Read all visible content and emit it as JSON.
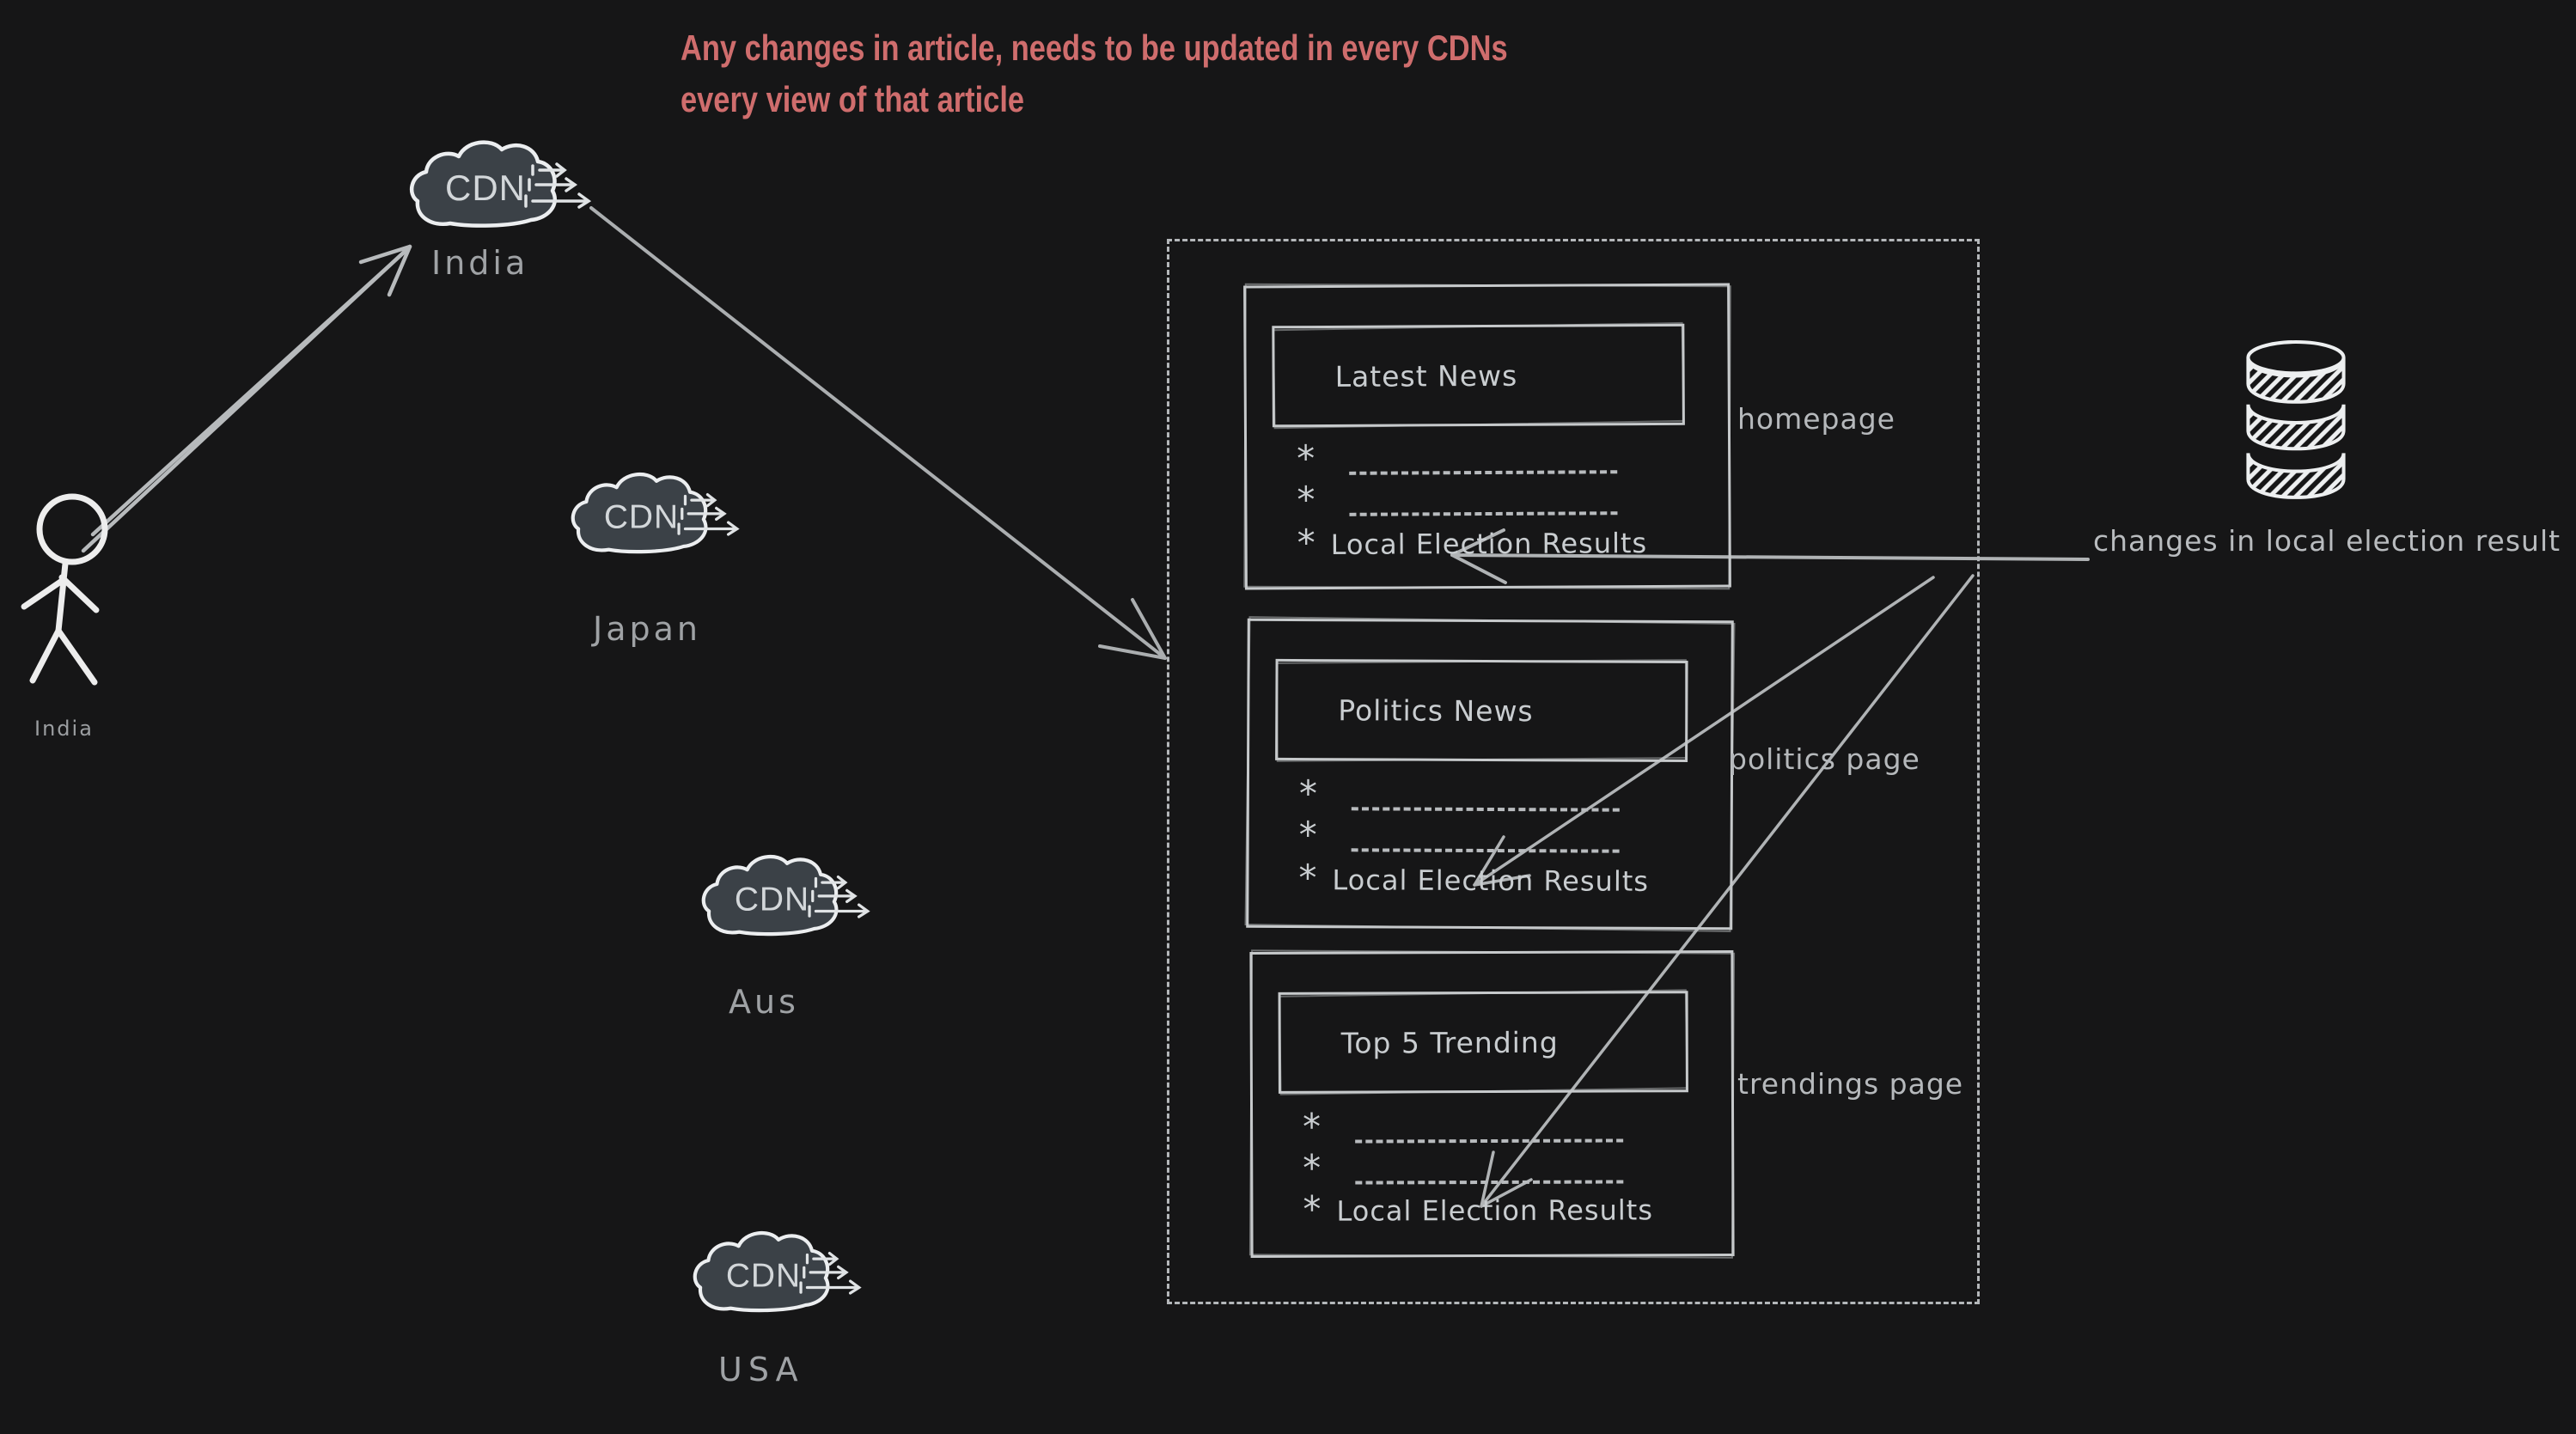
{
  "title": {
    "line1": "Any changes in article, needs to be updated in every CDNs",
    "line2": "every view of that article"
  },
  "user": {
    "icon": "person-stick-figure-icon",
    "label": "India"
  },
  "cdn_nodes": [
    {
      "label": "CDN",
      "country": "India"
    },
    {
      "label": "CDN",
      "country": "Japan"
    },
    {
      "label": "CDN",
      "country": "Aus"
    },
    {
      "label": "CDN",
      "country": "USA"
    }
  ],
  "viewport": {
    "cards": [
      {
        "title": "Latest News",
        "page_label": "homepage",
        "items": [
          {
            "marker": "*",
            "text": ""
          },
          {
            "marker": "*",
            "text": ""
          },
          {
            "marker": "*",
            "text": "Local Election Results"
          }
        ]
      },
      {
        "title": "Politics News",
        "page_label": "politics page",
        "items": [
          {
            "marker": "*",
            "text": ""
          },
          {
            "marker": "*",
            "text": ""
          },
          {
            "marker": "*",
            "text": "Local Election Results"
          }
        ]
      },
      {
        "title": "Top 5 Trending",
        "page_label": "trendings page",
        "items": [
          {
            "marker": "*",
            "text": ""
          },
          {
            "marker": "*",
            "text": ""
          },
          {
            "marker": "*",
            "text": "Local Election Results"
          }
        ]
      }
    ]
  },
  "database": {
    "icon": "database-icon",
    "caption": "changes in local election result"
  },
  "colors": {
    "background": "#161617",
    "title": "#cf6d6d",
    "cloud_fill": "#3b4147",
    "cloud_stroke": "#eceef0",
    "cdn_text": "#d3d7da",
    "sketch_stroke": "#c6c9cb",
    "muted_label": "#9fa2a5",
    "arrow": "#b0b3b5"
  }
}
